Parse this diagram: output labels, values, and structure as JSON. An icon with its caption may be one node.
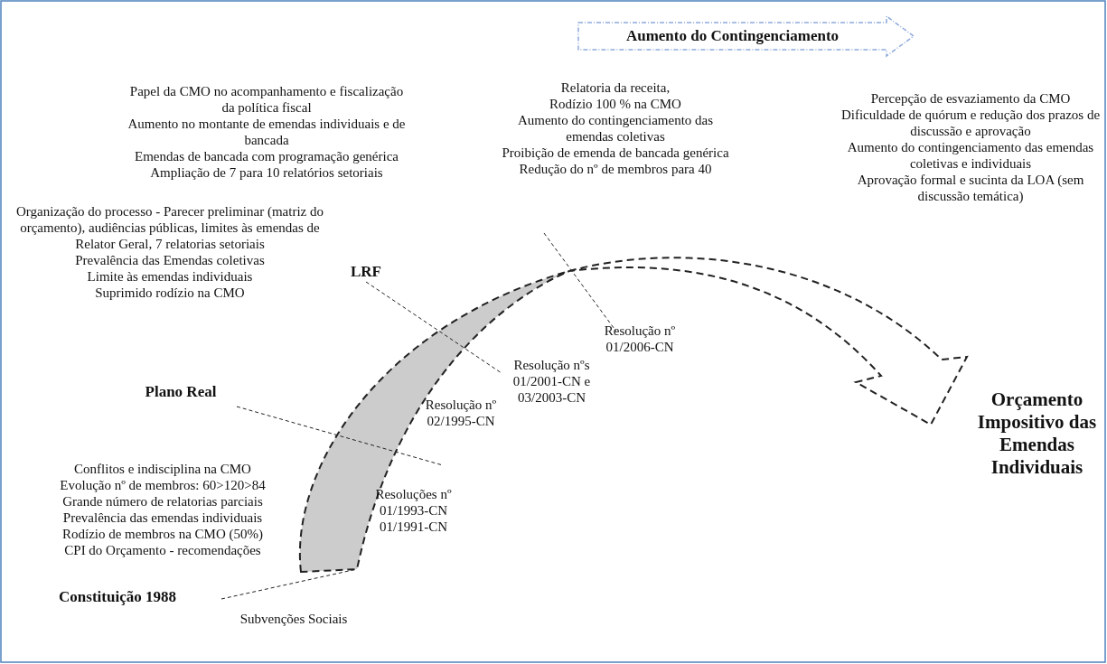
{
  "diagram": {
    "nodes": [
      {
        "text": [
          "Aumento do Contingenciamento"
        ]
      }
    ],
    "labels": [
      "Papel da CMO no acompanhamento e fiscalização da política fiscal",
      "Aumento no montante de emendas individuais e de bancada",
      "Emendas de bancada com programação genérica",
      "Ampliação de 7 para 10 relatórios setoriais",
      "Relatoria da receita,",
      "Rodízio 100 % na CMO",
      "Aumento do contingenciamento das emendas coletivas",
      "Proibição de emenda de bancada genérica",
      "Redução do nº de membros para 40",
      "Percepção de esvaziamento da CMO",
      "Dificuldade de quórum e redução dos prazos de discussão e aprovação",
      "Aumento do contingenciamento das emendas coletivas e individuais",
      "Aprovação formal e sucinta da LOA (sem discussão temática)",
      "LRF",
      "Organização do processo - Parecer preliminar (matriz do orçamento), audiências públicas, limites às emendas de Relator Geral, 7 relatorias setoriais",
      "Prevalência das Emendas coletivas",
      "Limite às emendas individuais",
      "Suprimido rodízio na CMO",
      "Resolução nº 01/2006-CN",
      "Resolução nºs 01/2001-CN e 03/2003-CN",
      "Plano Real",
      "Resolução nº 02/1995-CN",
      "Conflitos e indisciplina na CMO",
      "Evolução nº de membros: 60>120>84",
      "Grande número de relatorias parciais",
      "Prevalência das emendas individuais",
      "Rodízio de membros na CMO (50%)",
      "CPI do Orçamento - recomendações",
      "Resoluções nº 01/1993-CN 01/1991-CN",
      "Orçamento Impositivo das Emendas Individuais",
      "Constituição 1988",
      "Subvenções Sociais"
    ]
  }
}
